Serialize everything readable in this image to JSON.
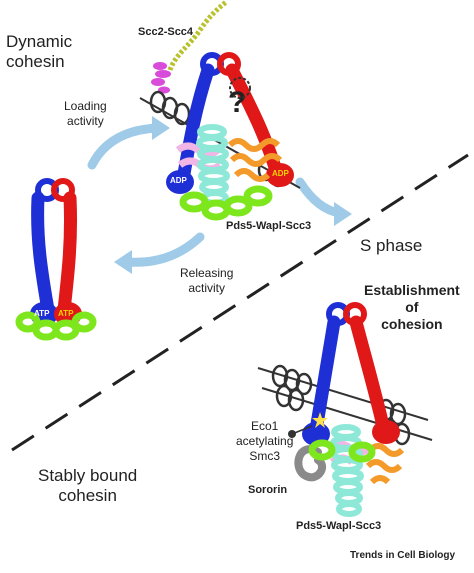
{
  "labels": {
    "dynamic_cohesin": [
      "Dynamic",
      "cohesin"
    ],
    "scc2_scc4": "Scc2-Scc4",
    "question_mark": "?",
    "loading_activity": [
      "Loading",
      "activity"
    ],
    "adp_left": "ADP",
    "adp_right": "ADP",
    "pds5_wapl_scc3_top": "Pds5-Wapl-Scc3",
    "s_phase": "S phase",
    "releasing_activity": [
      "Releasing",
      "activity"
    ],
    "atp_left": "ATP",
    "atp_right": "ATP",
    "establishment": [
      "Establishment",
      "of",
      "cohesion"
    ],
    "eco1": [
      "Eco1",
      "acetylating",
      "Smc3"
    ],
    "sororin": "Sororin",
    "stably_bound": [
      "Stably bound",
      "cohesin"
    ],
    "pds5_wapl_scc3_bottom": "Pds5-Wapl-Scc3",
    "journal": "Trends in Cell Biology"
  },
  "colors": {
    "smc_blue": "#1f2fd6",
    "smc_red": "#e01818",
    "kleisin_green": "#7ee61c",
    "pds5_cyan": "#8ee8d8",
    "wapl_pink": "#f2b6e6",
    "scc3_orange": "#f39a2a",
    "scc2_magenta": "#d94bd9",
    "scc4_olive": "#b8c22a",
    "arrow_blue": "#8fc1e3",
    "dna_dark": "#333333",
    "sororin_gray": "#8a8a8a"
  }
}
